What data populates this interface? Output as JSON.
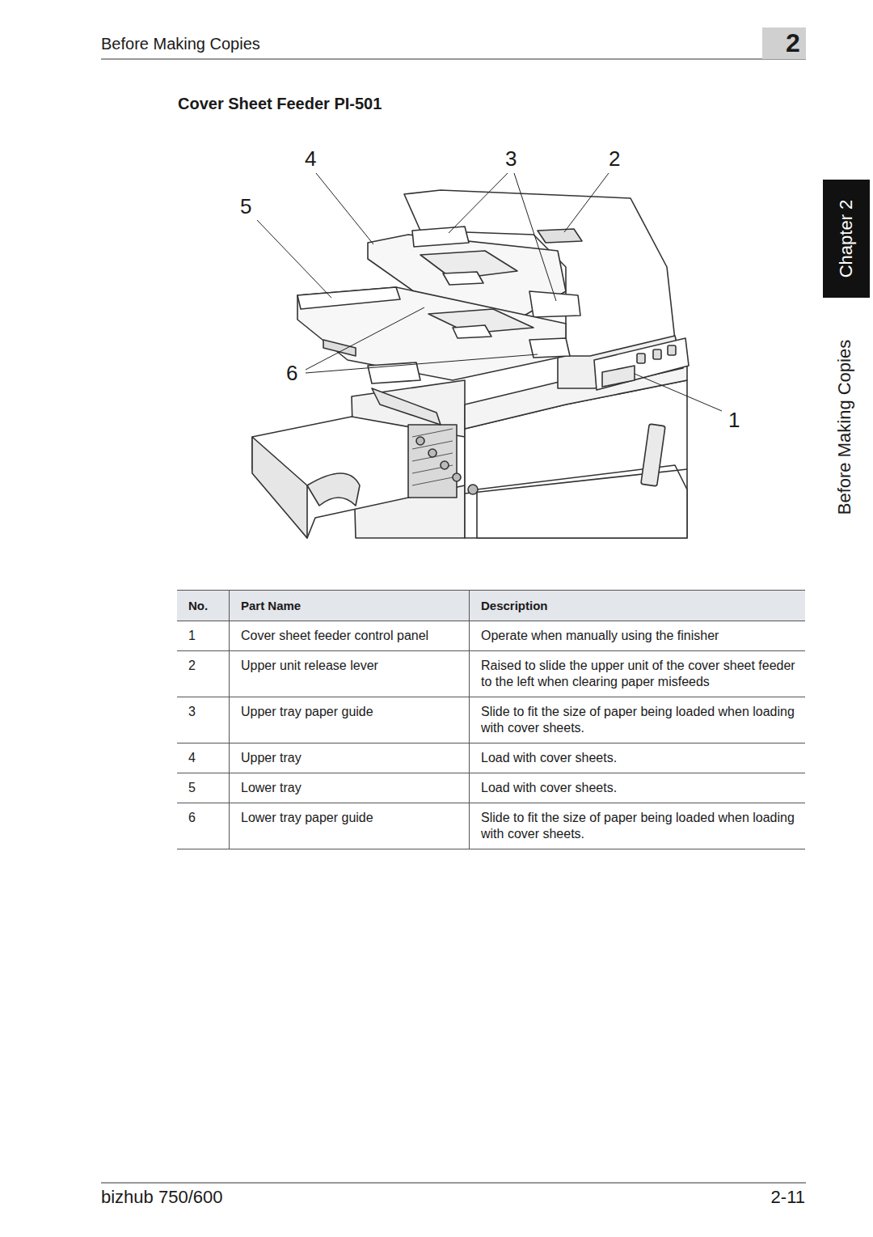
{
  "diagram": {
    "title": "Cover Sheet Feeder PI-501",
    "labels": [
      "Before Making Copies",
      "2",
      "Chapter 2",
      "Before Making Copies",
      "4",
      "3",
      "2",
      "5",
      "6",
      "1",
      "No.",
      "Part Name",
      "Description",
      "1",
      "Cover sheet feeder control panel",
      "Operate when manually using the finisher",
      "2",
      "Upper unit release lever",
      "Raised to slide the upper unit of the cover sheet feeder to the left when clearing paper misfeeds",
      "3",
      "Upper tray paper guide",
      "Slide to fit the size of paper being loaded when loading with cover sheets.",
      "4",
      "Upper tray",
      "Load with cover sheets.",
      "5",
      "Lower tray",
      "Load with cover sheets.",
      "6",
      "Lower tray paper guide",
      "Slide to fit the size of paper being loaded when loading with cover sheets.",
      "bizhub 750/600",
      "2-11"
    ]
  }
}
